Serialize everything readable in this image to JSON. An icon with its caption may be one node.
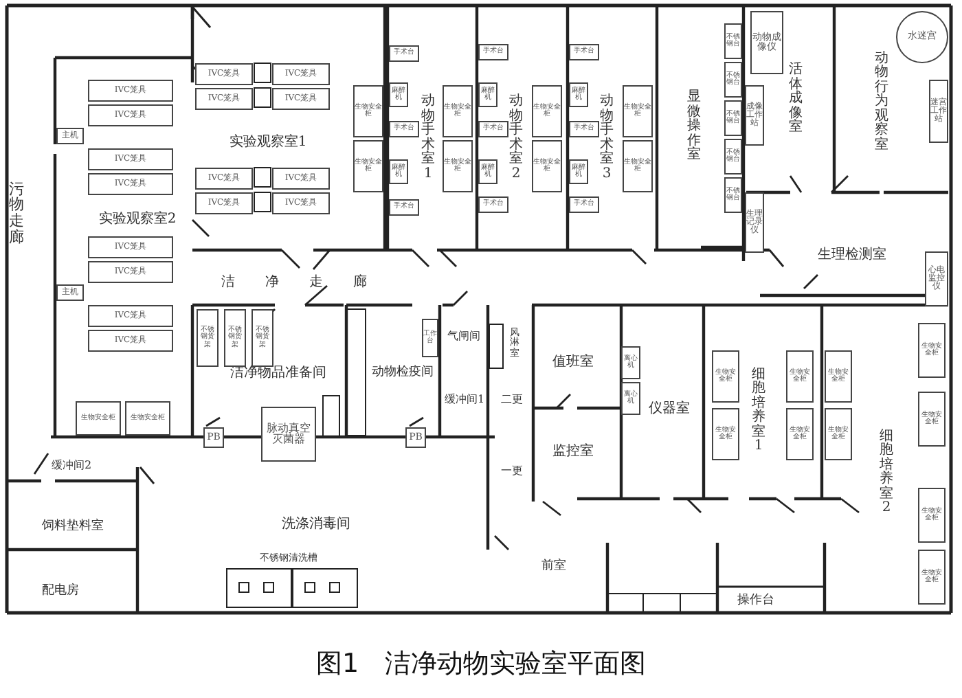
{
  "diagram": {
    "caption": "图1　洁净动物实验室平面图",
    "labels": [
      "污物走廊",
      "实验观察室2",
      "实验观察室1",
      "洁净走廊",
      "动物手术室1",
      "动物手术室2",
      "动物手术室3",
      "显微操作室",
      "活体成像室",
      "动物行为观察室",
      "生理检测室",
      "洁净物品准备间",
      "动物检疫间",
      "气闸间",
      "风淋室",
      "缓冲间1",
      "二更",
      "一更",
      "值班室",
      "监控室",
      "仪器室",
      "细胞培养室1",
      "细胞培养室2",
      "缓冲间2",
      "饲料垫料室",
      "配电房",
      "洗涤消毒间",
      "不锈钢清洗槽",
      "前室",
      "操作台",
      "脉动真空灭菌器",
      "PB",
      "PB",
      "IVC笼具",
      "IVC笼具",
      "IVC笼具",
      "IVC笼具",
      "IVC笼具",
      "IVC笼具",
      "IVC笼具",
      "IVC笼具",
      "IVC笼具",
      "IVC笼具",
      "IVC笼具",
      "IVC笼具",
      "IVC笼具",
      "IVC笼具",
      "IVC笼具",
      "IVC笼具",
      "主机",
      "主机",
      "生物安全柜",
      "生物安全柜",
      "生物安全柜",
      "生物安全柜",
      "生物安全柜",
      "生物安全柜",
      "生物安全柜",
      "生物安全柜",
      "手术台",
      "麻醉机",
      "手术台",
      "麻醉机",
      "手术台",
      "手术台",
      "麻醉机",
      "手术台",
      "麻醉机",
      "手术台",
      "手术台",
      "麻醉机",
      "手术台",
      "麻醉机",
      "手术台",
      "不锈钢台",
      "不锈钢台",
      "不锈钢台",
      "不锈钢台",
      "不锈钢台",
      "动物成像仪",
      "成像工作站",
      "生理记录仪",
      "水迷宫",
      "迷宫工作站",
      "心电监控仪",
      "不锈钢货架",
      "不锈钢货架",
      "不锈钢货架",
      "工作台",
      "生物安全柜",
      "生物安全柜",
      "离心机",
      "离心机",
      "生物安全柜",
      "生物安全柜",
      "生物安全柜",
      "生物安全柜",
      "生物安全柜",
      "生物安全柜",
      "生物安全柜",
      "生物安全柜",
      "生物安全柜",
      "生物安全柜"
    ]
  }
}
